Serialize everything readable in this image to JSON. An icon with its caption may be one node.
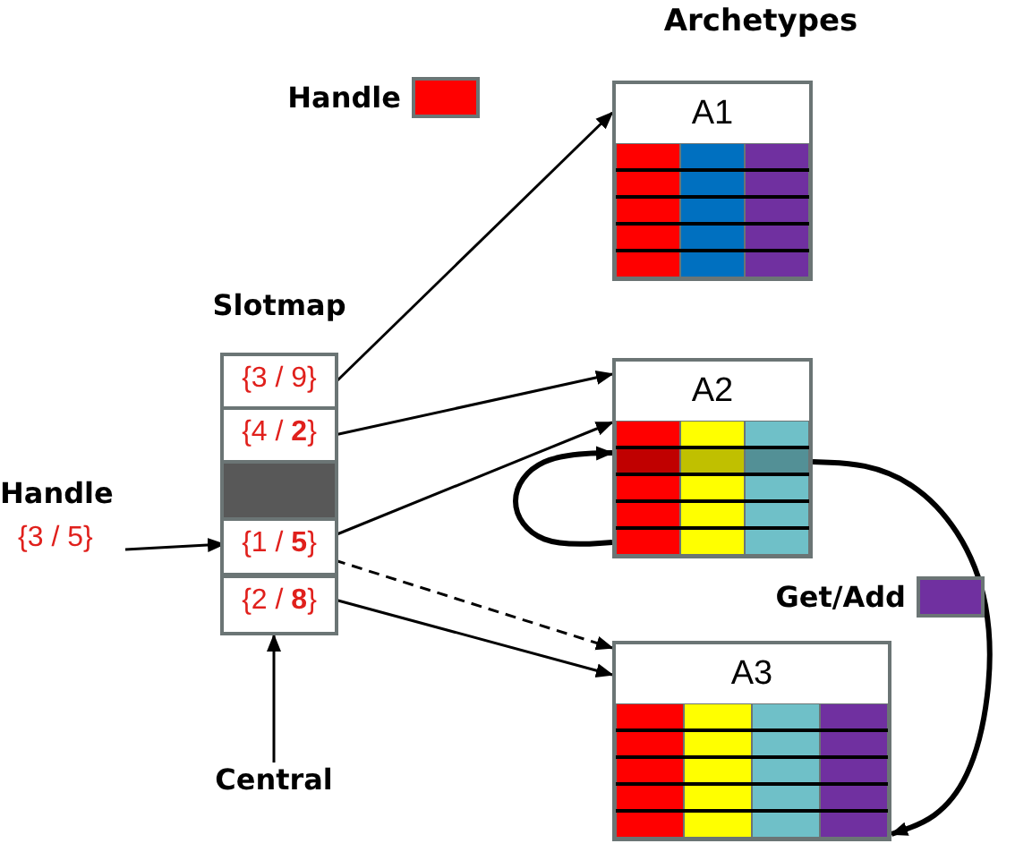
{
  "diagram": {
    "title": "Archetypes",
    "nodes": [
      {
        "text": [
          "Slotmap"
        ]
      },
      {
        "text": [
          "{3 / 9}"
        ],
        "in": 0
      },
      {
        "text": [
          "{4 / **2**}"
        ],
        "in": 0
      },
      {
        "text": [],
        "shape": "box",
        "in": 0
      },
      {
        "text": [
          "{1 / **5**}"
        ],
        "in": 0
      },
      {
        "text": [
          "{2 / **8**}"
        ],
        "in": 0
      },
      {
        "text": [
          "Handle",
          "{3 / 5}"
        ]
      },
      {
        "text": [
          "Central"
        ]
      },
      {
        "text": [
          "A1"
        ]
      },
      {
        "text": [
          "A2"
        ]
      },
      {
        "text": [
          "A3"
        ]
      }
    ],
    "edges": [
      {
        "from": 1,
        "to": 8,
        "arrow": "to"
      },
      {
        "from": 2,
        "to": 9,
        "arrow": "to"
      },
      {
        "from": 4,
        "to": 9,
        "arrow": "to"
      },
      {
        "from": 4,
        "to": 10,
        "arrow": "to",
        "style": "dashed"
      },
      {
        "from": 5,
        "to": 10,
        "arrow": "to"
      },
      {
        "from": 6,
        "to": 4,
        "arrow": "to"
      },
      {
        "from": 7,
        "to": 0,
        "arrow": "to"
      },
      {
        "from": 9,
        "to": 9,
        "arrow": "to",
        "style": "thick"
      },
      {
        "from": 9,
        "to": 10,
        "arrow": "to",
        "style": "thick"
      }
    ],
    "legend": [
      {
        "text": "Handle",
        "color": "#ff0000"
      },
      {
        "text": "Get/Add",
        "color": "#7030a0"
      }
    ]
  }
}
